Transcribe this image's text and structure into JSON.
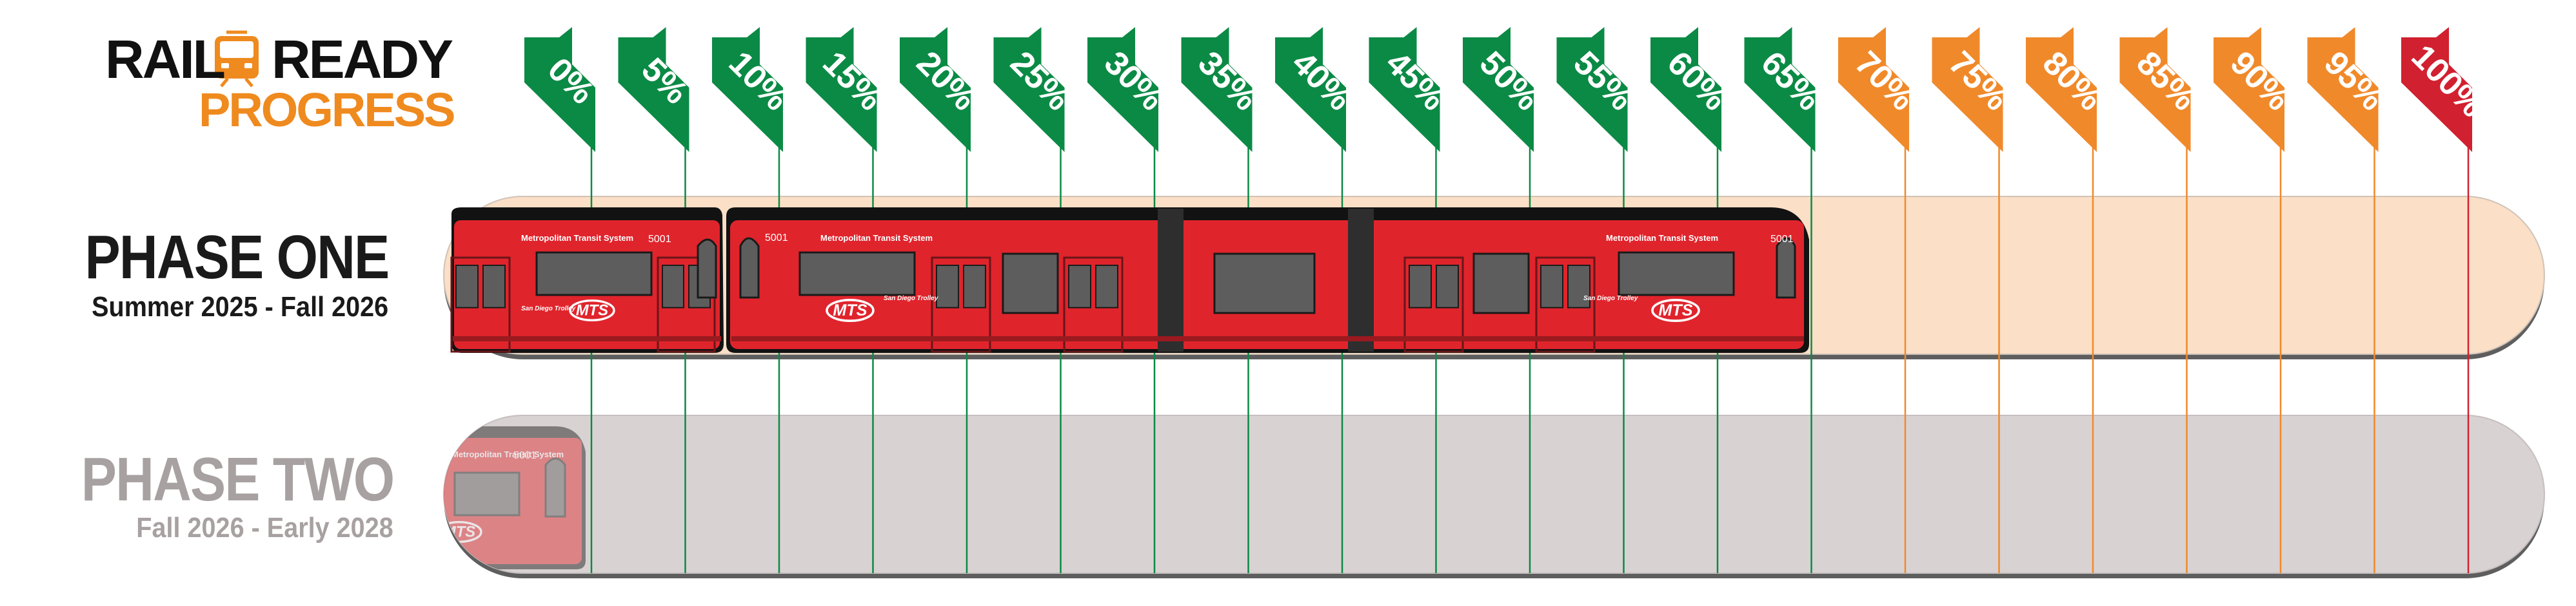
{
  "brand": {
    "rail": "RAIL",
    "ready": "READY",
    "progress": "PROGRESS"
  },
  "phases": [
    {
      "title": "PHASE ONE",
      "dates": "Summer 2025 - Fall 2026",
      "state": "active"
    },
    {
      "title": "PHASE TWO",
      "dates": "Fall 2026 - Early 2028",
      "state": "upcoming"
    }
  ],
  "train": {
    "operator": "Metropolitan Transit System",
    "car_number": "5001",
    "line_label": "San Diego Trolley",
    "logo": "MTS"
  },
  "colors": {
    "milestone_green": "#0b8a45",
    "milestone_orange": "#f0892a",
    "milestone_red": "#d1202f",
    "phase_one_track": "#fbdfc6",
    "phase_two_track": "#d9d2d2",
    "train_red": "#e0242c",
    "brand_orange": "#ef8a1f"
  },
  "chart_data": {
    "type": "bar",
    "title": "",
    "categories": [
      "PHASE ONE",
      "PHASE TWO"
    ],
    "values": [
      65,
      0
    ],
    "unit": "%",
    "x_range": [
      0,
      100
    ],
    "milestones": [
      {
        "label": "0%",
        "value": 0,
        "status": "complete"
      },
      {
        "label": "5%",
        "value": 5,
        "status": "complete"
      },
      {
        "label": "10%",
        "value": 10,
        "status": "complete"
      },
      {
        "label": "15%",
        "value": 15,
        "status": "complete"
      },
      {
        "label": "20%",
        "value": 20,
        "status": "complete"
      },
      {
        "label": "25%",
        "value": 25,
        "status": "complete"
      },
      {
        "label": "30%",
        "value": 30,
        "status": "complete"
      },
      {
        "label": "35%",
        "value": 35,
        "status": "complete"
      },
      {
        "label": "40%",
        "value": 40,
        "status": "complete"
      },
      {
        "label": "45%",
        "value": 45,
        "status": "complete"
      },
      {
        "label": "50%",
        "value": 50,
        "status": "complete"
      },
      {
        "label": "55%",
        "value": 55,
        "status": "complete"
      },
      {
        "label": "60%",
        "value": 60,
        "status": "complete"
      },
      {
        "label": "65%",
        "value": 65,
        "status": "complete"
      },
      {
        "label": "70%",
        "value": 70,
        "status": "pending"
      },
      {
        "label": "75%",
        "value": 75,
        "status": "pending"
      },
      {
        "label": "80%",
        "value": 80,
        "status": "pending"
      },
      {
        "label": "85%",
        "value": 85,
        "status": "pending"
      },
      {
        "label": "90%",
        "value": 90,
        "status": "pending"
      },
      {
        "label": "95%",
        "value": 95,
        "status": "pending"
      },
      {
        "label": "100%",
        "value": 100,
        "status": "final"
      }
    ]
  }
}
